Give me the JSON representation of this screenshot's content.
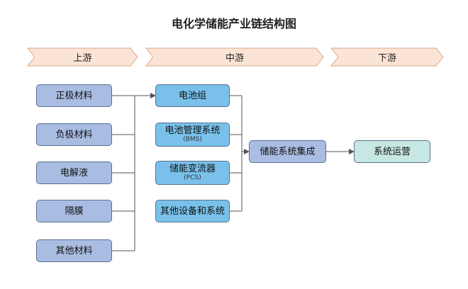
{
  "title": "电化学储能产业链结构图",
  "stages": {
    "upstream": "上游",
    "midstream": "中游",
    "downstream": "下游"
  },
  "upstream": [
    "正极材料",
    "负极材料",
    "电解液",
    "隔膜",
    "其他材料"
  ],
  "midstream": [
    {
      "label": "电池组",
      "sub": ""
    },
    {
      "label": "电池管理系统",
      "sub": "(BMS)"
    },
    {
      "label": "储能变流器",
      "sub": "(PCS)"
    },
    {
      "label": "其他设备和系统",
      "sub": ""
    }
  ],
  "integration": "储能系统集成",
  "operation": "系统运营",
  "colors": {
    "stage_fill": "#fbe4d6",
    "stage_stroke": "#d9a888",
    "upstream_fill": "#a9bde3",
    "midstream_fill": "#79c1ea",
    "integration_fill": "#a9bde3",
    "operation_fill": "#c6e7e2",
    "line": "#555555"
  }
}
